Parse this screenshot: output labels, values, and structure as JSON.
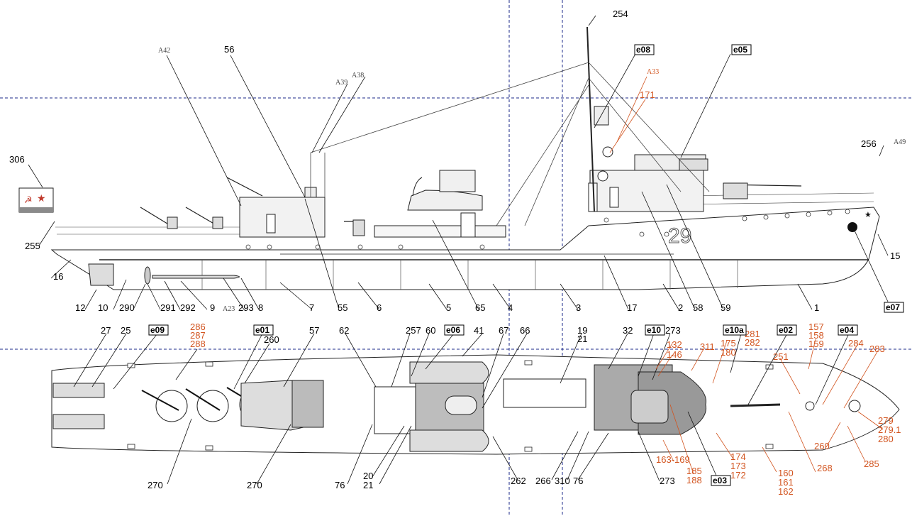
{
  "side_view": {
    "hull_number": "29",
    "callouts": [
      {
        "id": "c254",
        "text": "254",
        "style": "black"
      },
      {
        "id": "c306",
        "text": "306",
        "style": "black"
      },
      {
        "id": "c56",
        "text": "56",
        "style": "black"
      },
      {
        "id": "cA42",
        "text": "A42",
        "style": "serif"
      },
      {
        "id": "cA39",
        "text": "A39",
        "style": "serif"
      },
      {
        "id": "cA38",
        "text": "A38",
        "style": "serif"
      },
      {
        "id": "cA33",
        "text": "A33",
        "style": "serif-orange"
      },
      {
        "id": "c171",
        "text": "171",
        "style": "orange"
      },
      {
        "id": "c256",
        "text": "256",
        "style": "black"
      },
      {
        "id": "cA49",
        "text": "A49",
        "style": "serif"
      },
      {
        "id": "c255",
        "text": "255",
        "style": "black"
      },
      {
        "id": "c16",
        "text": "16",
        "style": "black"
      },
      {
        "id": "c15",
        "text": "15",
        "style": "black"
      },
      {
        "id": "c12",
        "text": "12",
        "style": "black"
      },
      {
        "id": "c10",
        "text": "10",
        "style": "black"
      },
      {
        "id": "c290",
        "text": "290",
        "style": "black"
      },
      {
        "id": "c291",
        "text": "291",
        "style": "black"
      },
      {
        "id": "c292",
        "text": "292",
        "style": "black"
      },
      {
        "id": "c9",
        "text": "9",
        "style": "black"
      },
      {
        "id": "cA23",
        "text": "A23",
        "style": "serif"
      },
      {
        "id": "c293",
        "text": "293",
        "style": "black"
      },
      {
        "id": "c8",
        "text": "8",
        "style": "black"
      },
      {
        "id": "c7",
        "text": "7",
        "style": "black"
      },
      {
        "id": "c55",
        "text": "55",
        "style": "black"
      },
      {
        "id": "c6",
        "text": "6",
        "style": "black"
      },
      {
        "id": "c5",
        "text": "5",
        "style": "black"
      },
      {
        "id": "c65",
        "text": "65",
        "style": "black"
      },
      {
        "id": "c4",
        "text": "4",
        "style": "black"
      },
      {
        "id": "c3",
        "text": "3",
        "style": "black"
      },
      {
        "id": "c17",
        "text": "17",
        "style": "black"
      },
      {
        "id": "c2",
        "text": "2",
        "style": "black"
      },
      {
        "id": "c58",
        "text": "58",
        "style": "black"
      },
      {
        "id": "c59",
        "text": "59",
        "style": "black"
      },
      {
        "id": "c1",
        "text": "1",
        "style": "black"
      }
    ],
    "boxed": [
      {
        "id": "b_e08",
        "text": "e08"
      },
      {
        "id": "b_e05",
        "text": "e05"
      },
      {
        "id": "b_e07",
        "text": "e07"
      }
    ]
  },
  "top_view": {
    "callouts": [
      {
        "id": "t27",
        "text": "27",
        "style": "black"
      },
      {
        "id": "t25",
        "text": "25",
        "style": "black"
      },
      {
        "id": "t286",
        "text": "286",
        "style": "orange"
      },
      {
        "id": "t287",
        "text": "287",
        "style": "orange"
      },
      {
        "id": "t288",
        "text": "288",
        "style": "orange"
      },
      {
        "id": "t260a",
        "text": "260",
        "style": "black"
      },
      {
        "id": "t57",
        "text": "57",
        "style": "black"
      },
      {
        "id": "t62",
        "text": "62",
        "style": "black"
      },
      {
        "id": "t257",
        "text": "257",
        "style": "black"
      },
      {
        "id": "t60",
        "text": "60",
        "style": "black"
      },
      {
        "id": "t41",
        "text": "41",
        "style": "black"
      },
      {
        "id": "t67",
        "text": "67",
        "style": "black"
      },
      {
        "id": "t66",
        "text": "66",
        "style": "black"
      },
      {
        "id": "t19",
        "text": "19",
        "style": "black"
      },
      {
        "id": "t21a",
        "text": "21",
        "style": "black"
      },
      {
        "id": "t32",
        "text": "32",
        "style": "black"
      },
      {
        "id": "t273a",
        "text": "273",
        "style": "black"
      },
      {
        "id": "t132",
        "text": "132",
        "style": "orange"
      },
      {
        "id": "t146",
        "text": "146",
        "style": "orange"
      },
      {
        "id": "t311",
        "text": "311",
        "style": "orange"
      },
      {
        "id": "t175",
        "text": "175",
        "style": "orange"
      },
      {
        "id": "t180",
        "text": "180",
        "style": "orange"
      },
      {
        "id": "t281",
        "text": "281",
        "style": "orange"
      },
      {
        "id": "t282",
        "text": "282",
        "style": "orange"
      },
      {
        "id": "t251",
        "text": "251",
        "style": "orange"
      },
      {
        "id": "t157",
        "text": "157",
        "style": "orange"
      },
      {
        "id": "t158",
        "text": "158",
        "style": "orange"
      },
      {
        "id": "t159",
        "text": "159",
        "style": "orange"
      },
      {
        "id": "t284",
        "text": "284",
        "style": "orange"
      },
      {
        "id": "t283",
        "text": "283",
        "style": "orange"
      },
      {
        "id": "t279",
        "text": "279",
        "style": "orange"
      },
      {
        "id": "t2791",
        "text": "279.1",
        "style": "orange"
      },
      {
        "id": "t280",
        "text": "280",
        "style": "orange"
      },
      {
        "id": "t260b",
        "text": "260",
        "style": "orange"
      },
      {
        "id": "t268",
        "text": "268",
        "style": "orange"
      },
      {
        "id": "t285",
        "text": "285",
        "style": "orange"
      },
      {
        "id": "t160",
        "text": "160",
        "style": "orange"
      },
      {
        "id": "t161",
        "text": "161",
        "style": "orange"
      },
      {
        "id": "t162",
        "text": "162",
        "style": "orange"
      },
      {
        "id": "t174",
        "text": "174",
        "style": "orange"
      },
      {
        "id": "t173",
        "text": "173",
        "style": "orange"
      },
      {
        "id": "t172",
        "text": "172",
        "style": "orange"
      },
      {
        "id": "t163",
        "text": "163-169",
        "style": "orange"
      },
      {
        "id": "t185",
        "text": "185",
        "style": "orange"
      },
      {
        "id": "t188",
        "text": "188",
        "style": "orange"
      },
      {
        "id": "t273b",
        "text": "273",
        "style": "black"
      },
      {
        "id": "t266",
        "text": "266",
        "style": "black"
      },
      {
        "id": "t310",
        "text": "310",
        "style": "black"
      },
      {
        "id": "t76b",
        "text": "76",
        "style": "black"
      },
      {
        "id": "t262",
        "text": "262",
        "style": "black"
      },
      {
        "id": "t20",
        "text": "20",
        "style": "black"
      },
      {
        "id": "t21b",
        "text": "21",
        "style": "black"
      },
      {
        "id": "t76a",
        "text": "76",
        "style": "black"
      },
      {
        "id": "t270a",
        "text": "270",
        "style": "black"
      },
      {
        "id": "t270b",
        "text": "270",
        "style": "black"
      }
    ],
    "boxed": [
      {
        "id": "b_e09",
        "text": "e09"
      },
      {
        "id": "b_e01",
        "text": "e01"
      },
      {
        "id": "b_e06",
        "text": "e06"
      },
      {
        "id": "b_e10",
        "text": "e10"
      },
      {
        "id": "b_e10a",
        "text": "e10a"
      },
      {
        "id": "b_e02",
        "text": "e02"
      },
      {
        "id": "b_e04",
        "text": "e04"
      },
      {
        "id": "b_e03",
        "text": "e03"
      }
    ]
  }
}
